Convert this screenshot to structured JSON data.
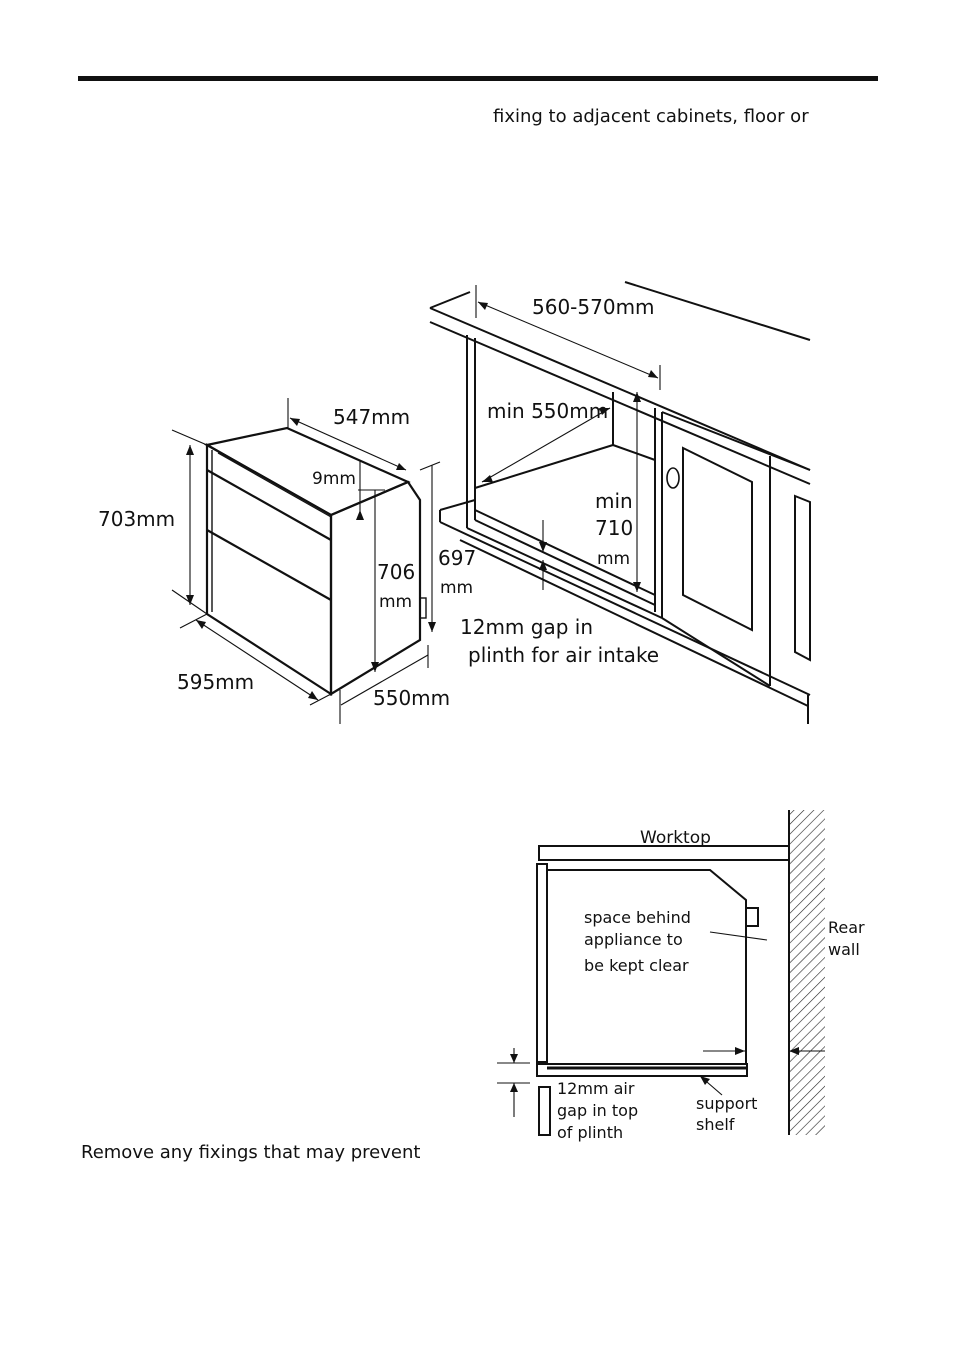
{
  "page": {
    "top_text": "fixing to adjacent cabinets, floor or",
    "bottom_text": "Remove any fixings that may prevent"
  },
  "figure1": {
    "dim_width": "547mm",
    "dim_gap": "9mm",
    "dim_height_outer": "703mm",
    "dim_height_inner_value": "706",
    "dim_height_inner_unit": "mm",
    "dim_depth_value": "697",
    "dim_depth_unit": "mm",
    "dim_front_width": "595mm",
    "dim_depth_base": "550mm"
  },
  "figure2": {
    "dim_opening": "560-570mm",
    "dim_min_depth": "min 550mm",
    "dim_min_height_label": "min",
    "dim_min_height_value": "710",
    "dim_min_height_unit": "mm",
    "gap_line1": "12mm gap in",
    "gap_line2": "plinth for air intake"
  },
  "figure3": {
    "worktop": "Worktop",
    "space_line1": "space behind",
    "space_line2": "appliance to",
    "space_line3": "be kept clear",
    "rear_line1": "Rear",
    "rear_line2": "wall",
    "air_line1": "12mm air",
    "air_line2": "gap in top",
    "air_line3": "of plinth",
    "support_line1": "support",
    "support_line2": "shelf"
  }
}
